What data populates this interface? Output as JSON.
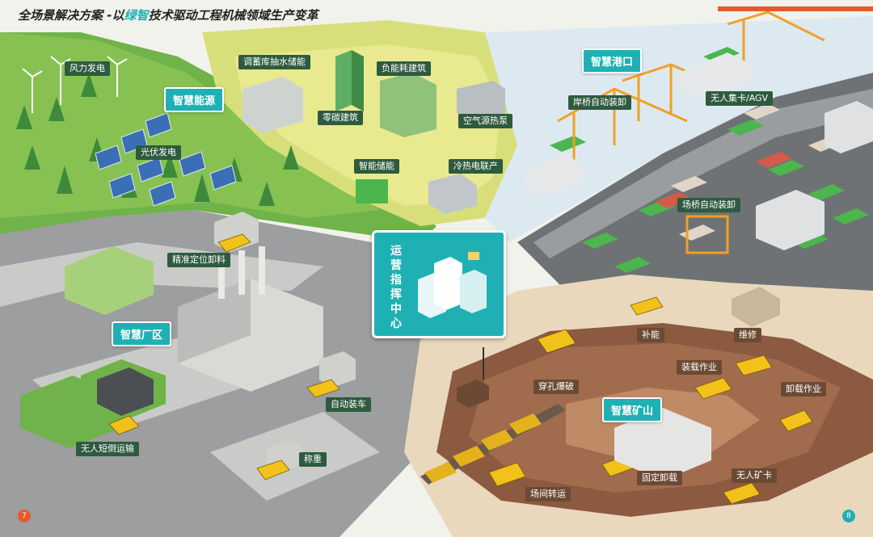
{
  "header": {
    "title_prefix": "全场景解决方案 -以",
    "title_highlight": "绿智",
    "title_suffix": "技术驱动工程机械领域生产变革"
  },
  "colors": {
    "accent": "#1fb0b4",
    "label_green": "#2e5b3f",
    "label_brown": "#6b4a34",
    "header_bar": "#e8592b"
  },
  "zones": {
    "energy": "智慧能源",
    "port": "智慧港口",
    "factory": "智慧厂区",
    "mine": "智慧矿山",
    "ops_center": "运营指挥中心"
  },
  "energy_labels": {
    "wind": "风力发电",
    "pumped": "调蓄库抽水储能",
    "negative_carbon": "负能耗建筑",
    "zero_carbon": "零碳建筑",
    "air_pump": "空气源热泵",
    "solar": "光伏发电",
    "storage": "智能储能",
    "cchp": "冷热电联产"
  },
  "port_labels": {
    "quay_crane": "岸桥自动装卸",
    "agv": "无人集卡/AGV",
    "yard_crane": "场桥自动装卸"
  },
  "factory_labels": {
    "precise_unload": "精准定位卸料",
    "auto_load": "自动装车",
    "short_transport": "无人短倒运输",
    "weighing": "称重"
  },
  "mine_labels": {
    "refuel": "补能",
    "repair": "维修",
    "loading": "装载作业",
    "drilling": "穿孔爆破",
    "unloading": "卸载作业",
    "transfer": "场间转运",
    "fixed_unload": "固定卸载",
    "truck": "无人矿卡"
  },
  "page_numbers": {
    "left": "7",
    "right": "8"
  }
}
